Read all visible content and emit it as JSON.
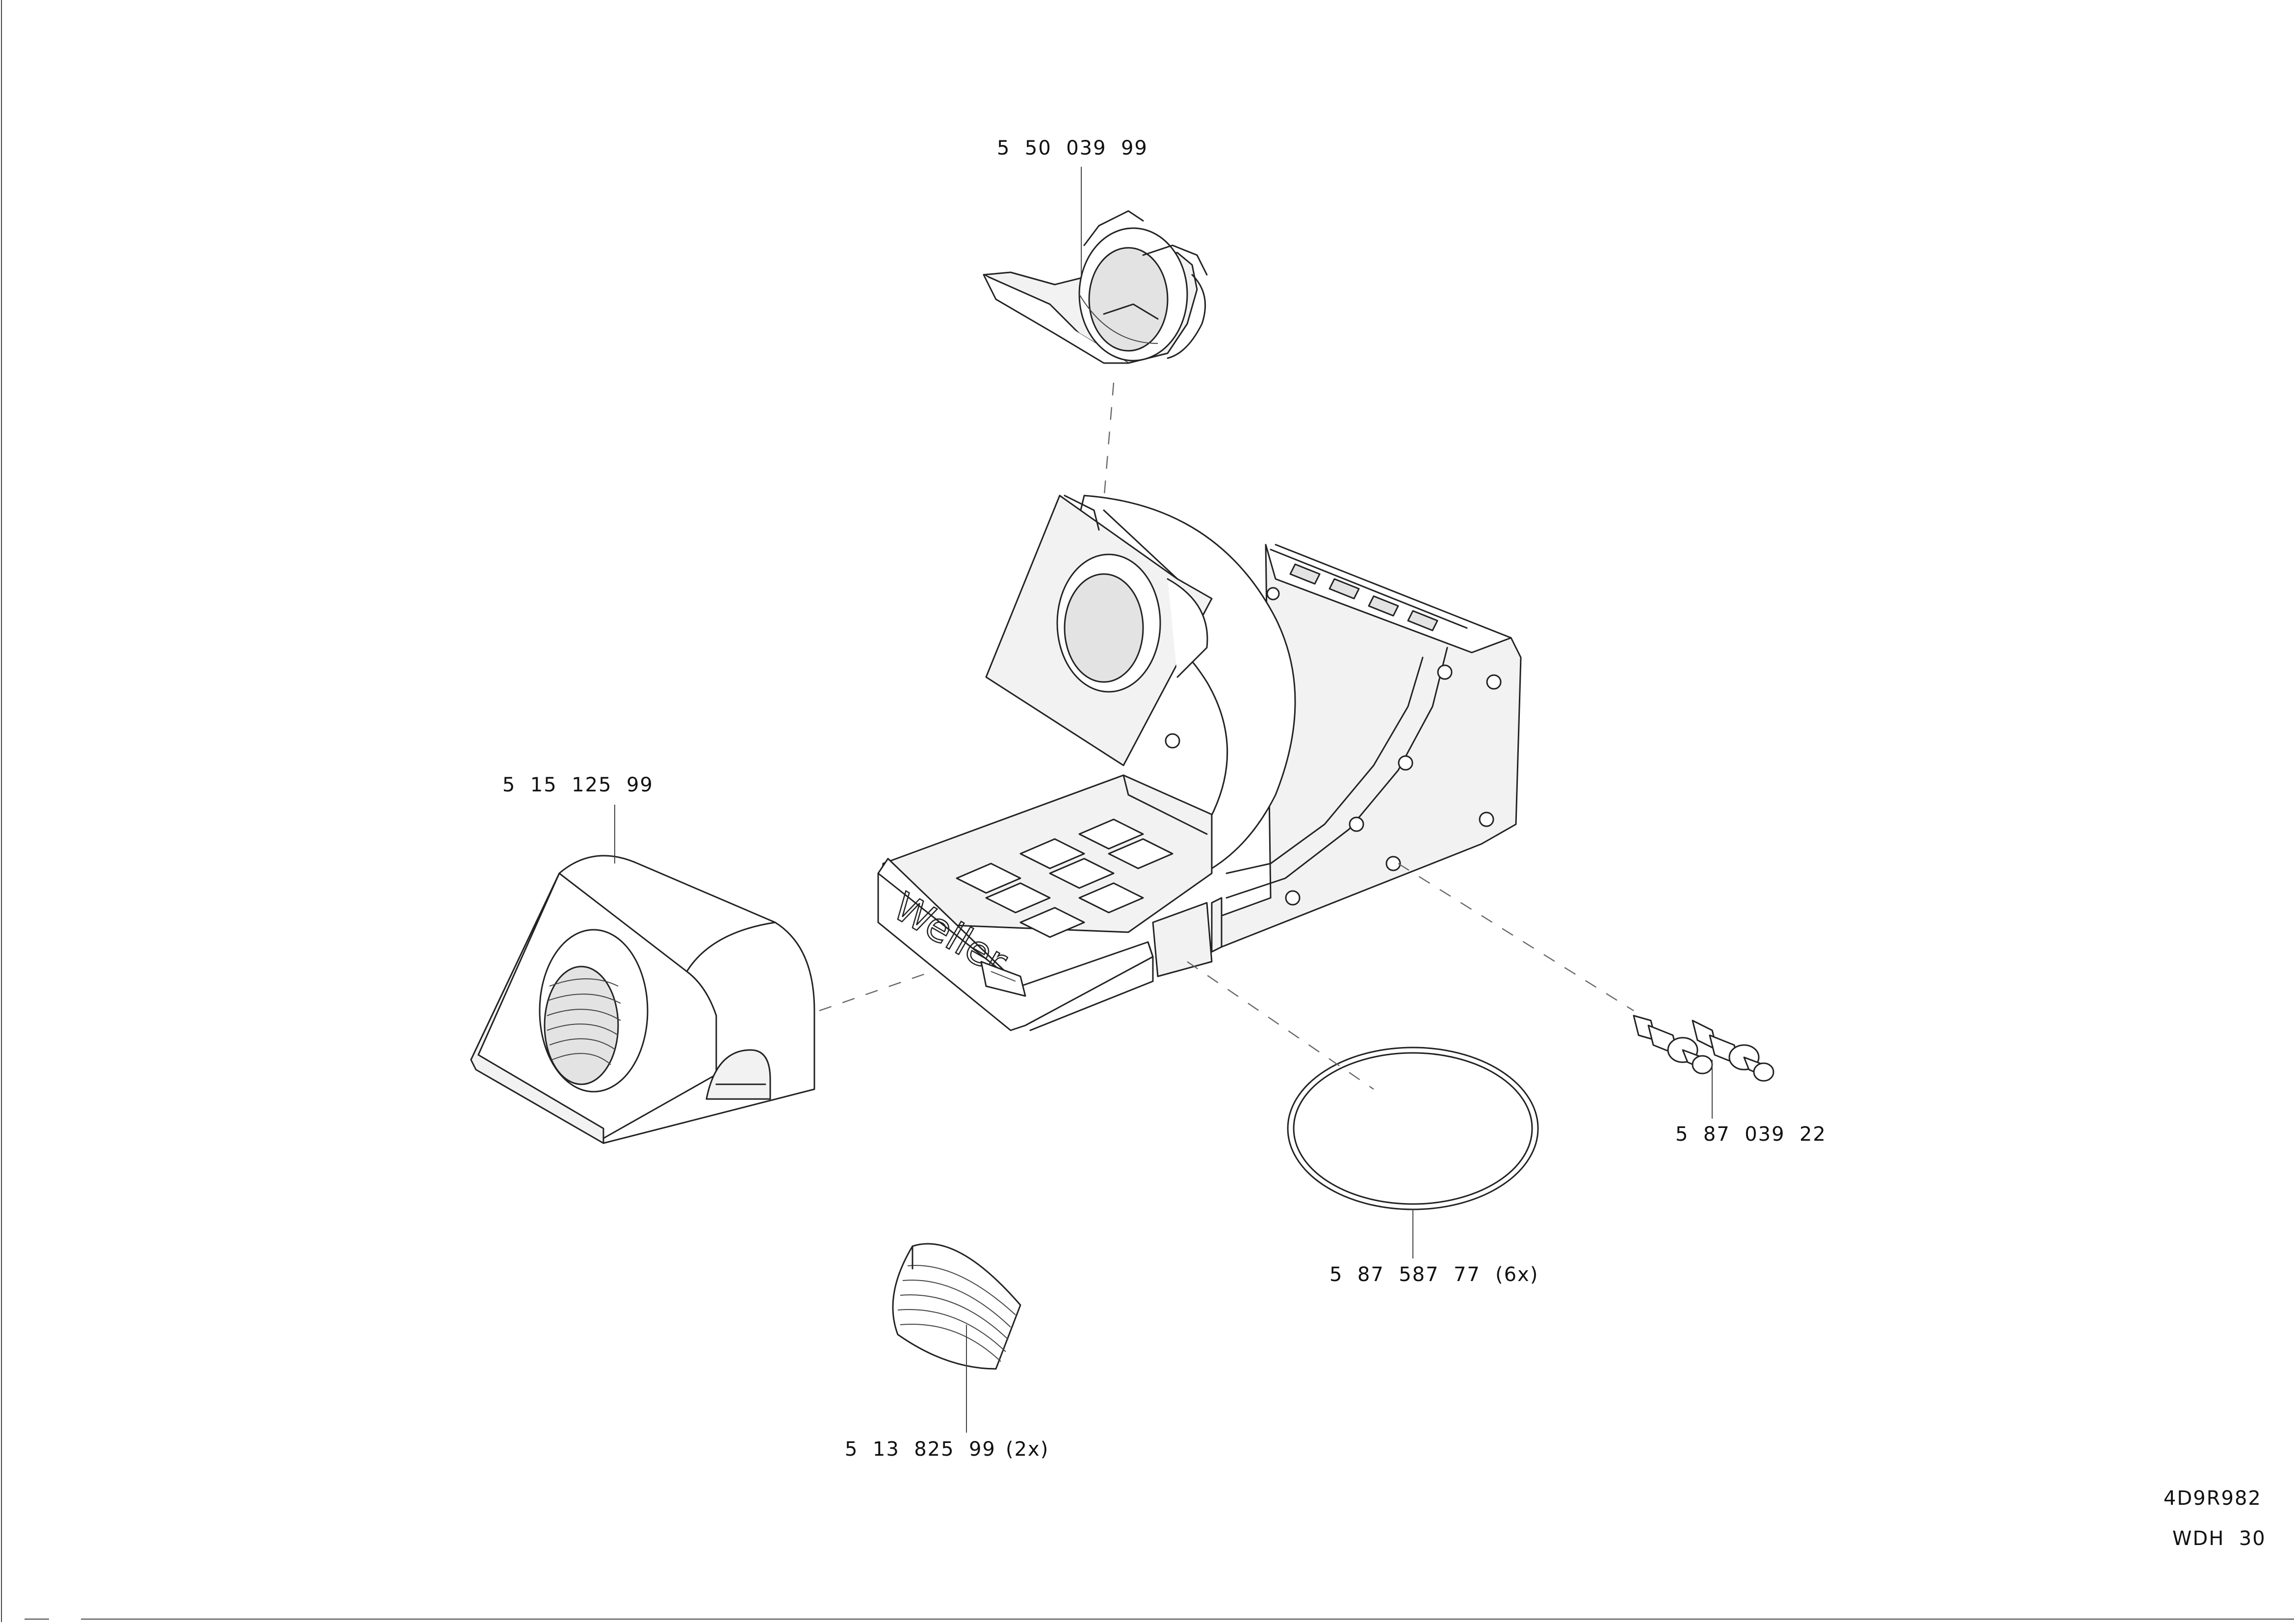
{
  "parts": {
    "tip_holder": "5  50  039  99",
    "side_cover": "5  15  125  99",
    "pins": "5  87  039  22",
    "o_ring": "5  87  587  77",
    "o_ring_qty": "(6x)",
    "insert": "5  13  825  99",
    "insert_qty": "(2x)"
  },
  "product": {
    "brand_mark": "Weller"
  },
  "footer": {
    "drawing_id": "4D9R982",
    "model": "WDH  30"
  }
}
